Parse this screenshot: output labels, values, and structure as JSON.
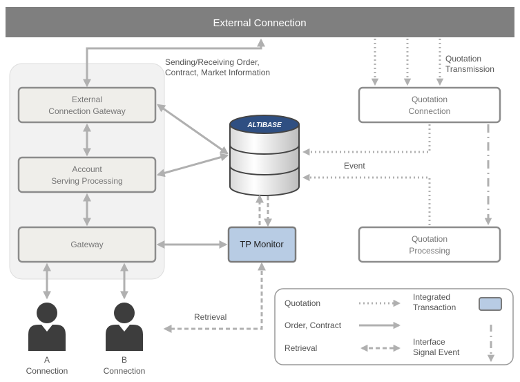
{
  "header": {
    "title": "External Connection"
  },
  "annotations": {
    "sending_line1": "Sending/Receiving Order,",
    "sending_line2": "Contract, Market Information",
    "quotation_tx_line1": "Quotation",
    "quotation_tx_line2": "Transmission",
    "event": "Event",
    "retrieval": "Retrieval"
  },
  "nodes": {
    "external_gateway": {
      "line1": "External",
      "line2": "Connection Gateway"
    },
    "account_serving": {
      "line1": "Account",
      "line2": "Serving Processing"
    },
    "gateway": {
      "label": "Gateway"
    },
    "database_logo": "ALTIBASE",
    "tp_monitor": {
      "label": "TP Monitor"
    },
    "quotation_connection": {
      "line1": "Quotation",
      "line2": "Connection"
    },
    "quotation_processing": {
      "line1": "Quotation",
      "line2": "Processing"
    }
  },
  "connections": [
    {
      "letter": "A",
      "label": "Connection"
    },
    {
      "letter": "B",
      "label": "Connection"
    }
  ],
  "legend": {
    "quotation": "Quotation",
    "order_contract": "Order, Contract",
    "retrieval": "Retrieval",
    "integrated_line1": "Integrated",
    "integrated_line2": "Transaction",
    "interface_line1": "Interface",
    "interface_line2": "Signal Event"
  },
  "colors": {
    "header_bg": "#7f7f7f",
    "arrow": "#b0b0b0",
    "box_border": "#8c8c8c",
    "box_fill": "#efeeea",
    "panel_fill": "#f2f2f2",
    "tp_fill": "#b8cce4",
    "person": "#3d3d3d"
  }
}
